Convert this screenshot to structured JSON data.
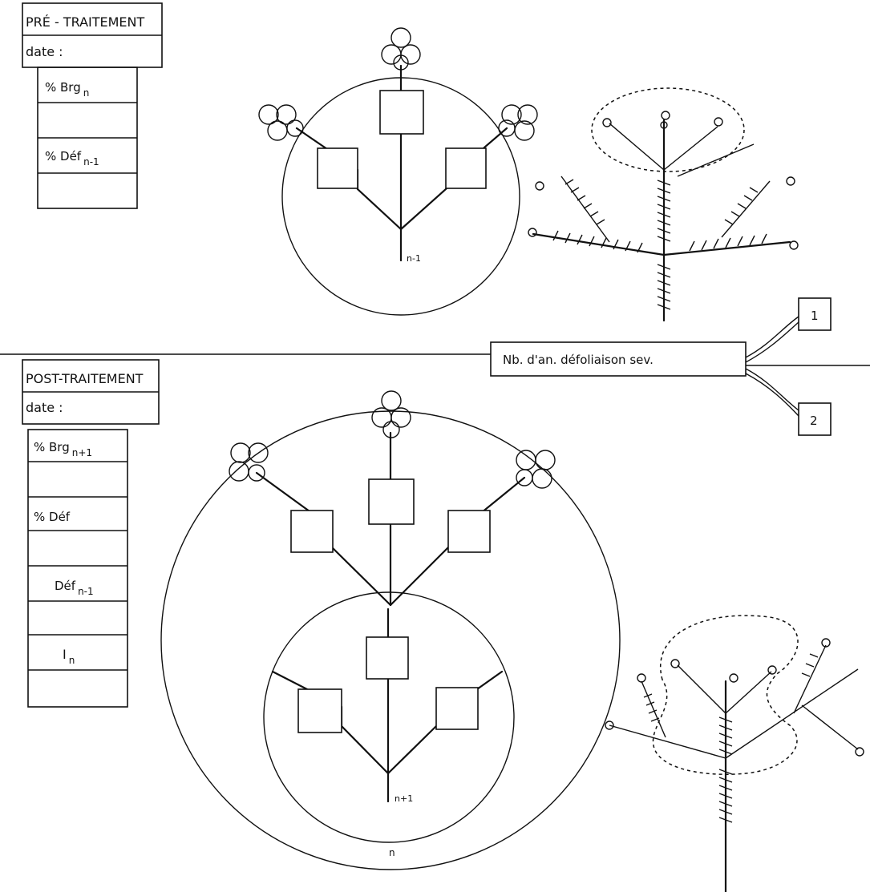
{
  "pre_treatment": {
    "title": "PRÉ - TRAITEMENT",
    "date_label": "date :",
    "rows": [
      {
        "base": "% Brg",
        "sub": "n"
      },
      {
        "base": "% Déf",
        "sub": "n-1"
      }
    ],
    "stem_label": "n-1"
  },
  "post_treatment": {
    "title": "POST-TRAITEMENT",
    "date_label": "date :",
    "rows": [
      {
        "base": "% Brg",
        "sub": "n+1"
      },
      {
        "base": "% Déf",
        "sub": ""
      },
      {
        "base": "Déf",
        "sub": "n-1"
      },
      {
        "base": "I",
        "sub": "n"
      }
    ],
    "inner_stem_label": "n+1",
    "outer_label": "n"
  },
  "defoliation": {
    "label": "Nb. d'an. défoliaison sev.",
    "options": [
      "1",
      "2"
    ]
  }
}
